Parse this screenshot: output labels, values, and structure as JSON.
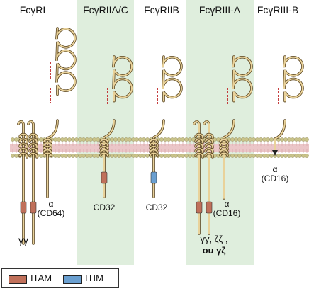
{
  "columns": [
    {
      "key": "fcgri",
      "title": "FcγRI",
      "label_lines": [
        "α",
        "(CD64)"
      ],
      "chain_label": "γγ"
    },
    {
      "key": "fcgriiac",
      "title": "FcγRIIA/C",
      "label_lines": [
        "CD32"
      ]
    },
    {
      "key": "fcgriib",
      "title": "FcγRIIB",
      "label_lines": [
        "CD32"
      ]
    },
    {
      "key": "fcgriiia",
      "title": "FcγRIII-A",
      "label_lines": [
        "α",
        "(CD16)"
      ],
      "chain_label_lines": [
        "γγ, ζζ ,",
        "ou γζ"
      ]
    },
    {
      "key": "fcgriiib",
      "title": "FcγRIII-B",
      "label_lines": [
        "α",
        "(CD16)"
      ]
    }
  ],
  "legend": [
    {
      "key": "itam",
      "label": "ITAM",
      "color": "#c0705a"
    },
    {
      "key": "itim",
      "label": "ITIM",
      "color": "#6a9fd0"
    }
  ],
  "colors": {
    "shade": "#dfeedd",
    "membrane_head": "#c9c38a",
    "membrane_tail": "#ebc6c8",
    "strand": "#e9d29a",
    "strand_edge": "#5a4520",
    "ss_bond": "#c0292a"
  }
}
